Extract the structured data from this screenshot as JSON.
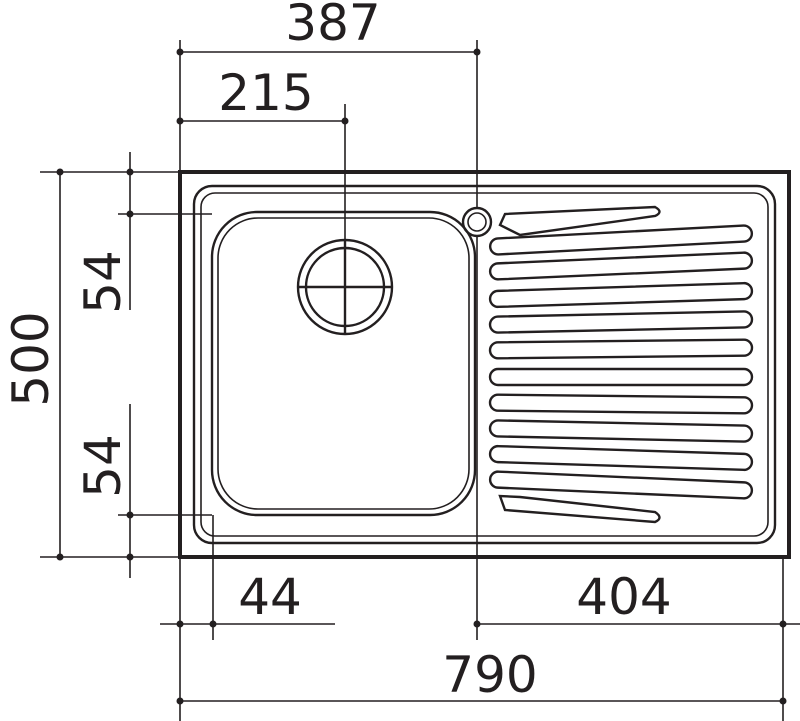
{
  "dimensions": {
    "width_total": "790",
    "hole_offset": "387",
    "drain_offset": "215",
    "height_total": "500",
    "bowl_top_margin": "54",
    "bowl_bottom_margin": "54",
    "bowl_left_margin": "44",
    "drainer_width": "404"
  },
  "colors": {
    "line": "#231f20",
    "background": "#ffffff"
  },
  "icons": {
    "drain": "drain-strainer-icon",
    "tap_hole": "tap-hole-icon"
  }
}
